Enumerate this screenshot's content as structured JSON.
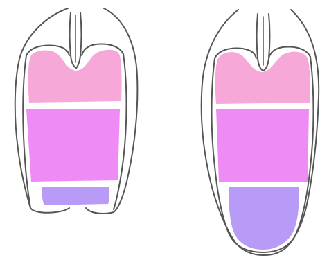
{
  "colors": {
    "background": "#ffffff",
    "outline": "#555555",
    "top_region": "#f6a9d9",
    "middle_region": "#ee8bf4",
    "bottom_region": "#b79bf6"
  },
  "figures": [
    {
      "name": "left-figure",
      "regions": [
        "top-region",
        "middle-region",
        "bottom-region"
      ]
    },
    {
      "name": "right-figure",
      "regions": [
        "top-region",
        "middle-region",
        "bottom-region"
      ]
    }
  ]
}
